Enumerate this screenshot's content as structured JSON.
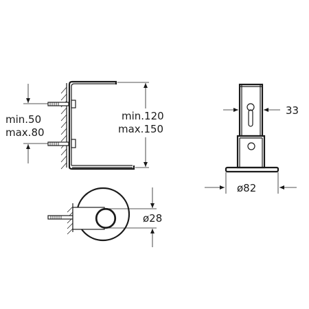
{
  "side_view": {
    "label_min_spacing": "min.50",
    "label_max_spacing": "max.80",
    "label_min_depth": "min.120",
    "label_max_depth": "max.150"
  },
  "front_view": {
    "label_slot_width": "33",
    "label_base_diameter": "ø82"
  },
  "top_view": {
    "label_tube_diameter": "ø28"
  }
}
